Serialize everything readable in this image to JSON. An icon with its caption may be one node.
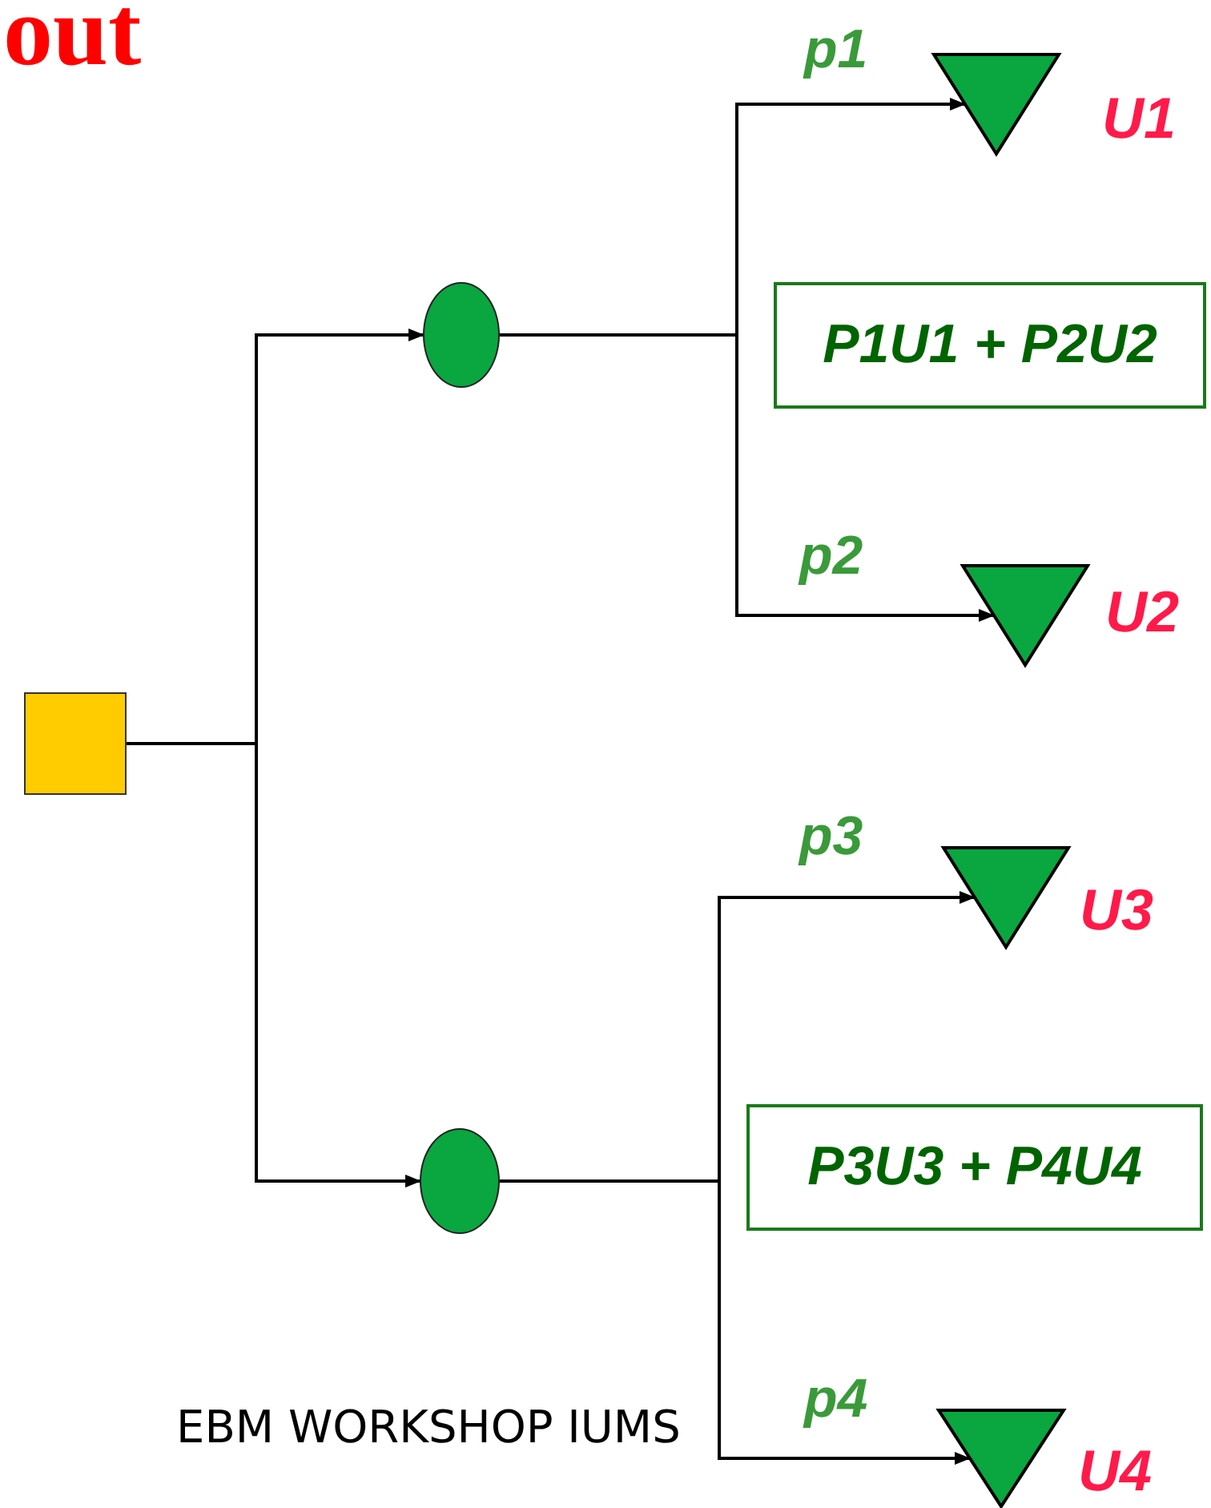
{
  "diagram": {
    "title": "out",
    "nodes": [
      {
        "text": [],
        "shape": "box"
      },
      {
        "text": [],
        "shape": "circle"
      },
      {
        "text": [],
        "shape": "circle"
      },
      {
        "text": [],
        "shape": "triangle",
        "beside": [
          "U1"
        ]
      },
      {
        "text": [
          "P1U1 + P2U2"
        ]
      },
      {
        "text": [],
        "shape": "triangle",
        "beside": [
          "U2"
        ]
      },
      {
        "text": [],
        "shape": "triangle",
        "beside": [
          "U3"
        ]
      },
      {
        "text": [
          "P3U3 + P4U4"
        ]
      },
      {
        "text": [],
        "shape": "triangle",
        "beside": [
          "U4"
        ]
      }
    ],
    "edges": [
      {
        "from": 0,
        "to": 1,
        "arrow": "to"
      },
      {
        "from": 0,
        "to": 2,
        "arrow": "to"
      },
      {
        "from": 1,
        "to": 3,
        "arrow": "to",
        "label": "p1"
      },
      {
        "from": 1,
        "to": 5,
        "arrow": "to",
        "label": "p2"
      },
      {
        "from": 2,
        "to": 6,
        "arrow": "to",
        "label": "p3"
      },
      {
        "from": 2,
        "to": 8,
        "arrow": "to",
        "label": "p4"
      }
    ],
    "labels": [
      "EBM WORKSHOP IUMS"
    ]
  }
}
